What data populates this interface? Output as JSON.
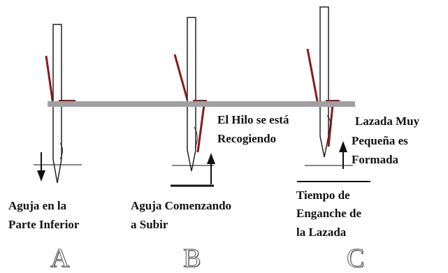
{
  "colors": {
    "needle_outline": "#222222",
    "needle_fill": "#ffffff",
    "thread": "#8b1a1a",
    "hook_bar": "#a0a0a0",
    "reference_line": "#111111"
  },
  "panels": [
    {
      "caption": "A",
      "label_lines": [
        "Aguja en la",
        "Parte Inferior"
      ],
      "motion_arrow": "down"
    },
    {
      "caption": "B",
      "label_lines": [
        "Aguja Comenzando",
        "a Subir"
      ],
      "side_label_lines": [
        "El Hilo se está",
        "Recogiendo"
      ],
      "motion_arrow": "up"
    },
    {
      "caption": "C",
      "label_lines": [
        "Tiempo de",
        "Enganche de",
        "la Lazada"
      ],
      "side_label_lines": [
        "Lazada Muy",
        "Pequeña es",
        "Formada"
      ],
      "motion_arrow": "up"
    }
  ]
}
